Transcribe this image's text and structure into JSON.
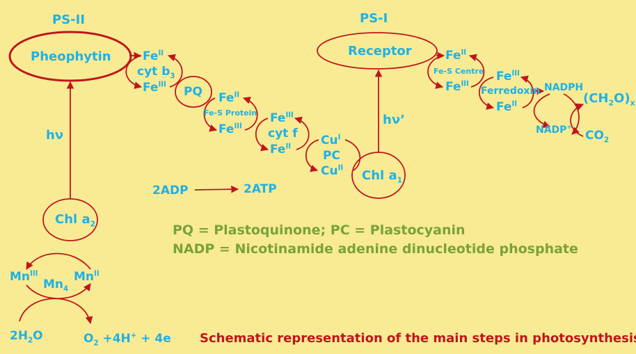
{
  "colors": {
    "background": "#f8eb94",
    "label": "#1fb1e6",
    "arrow": "#c0151b",
    "legend": "#7aa23a",
    "caption": "#c0151b"
  },
  "diagram": {
    "ps2_title": "PS-II",
    "ps1_title": "PS-I",
    "pheophytin": "Pheophytin",
    "receptor": "Receptor",
    "hv": "hν",
    "hv_prime": "hν’",
    "chl_a2": {
      "base": "Chl a",
      "sub": "2"
    },
    "chl_a1": {
      "base": "Chl a",
      "sub": "1"
    },
    "cyt_b3": {
      "top": {
        "base": "Fe",
        "sup": "II"
      },
      "name": {
        "base": "cyt b",
        "sub": "3"
      },
      "bottom": {
        "base": "Fe",
        "sup": "III"
      }
    },
    "pq": "PQ",
    "fes_protein": {
      "top": {
        "base": "Fe",
        "sup": "II"
      },
      "name": "Fe-S Protein",
      "bottom": {
        "base": "Fe",
        "sup": "III"
      }
    },
    "cyt_f": {
      "top": {
        "base": "Fe",
        "sup": "III"
      },
      "name": "cyt f",
      "bottom": {
        "base": "Fe",
        "sup": "II"
      }
    },
    "pc": {
      "top": {
        "base": "Cu",
        "sup": "I"
      },
      "name": "PC",
      "bottom": {
        "base": "Cu",
        "sup": "II"
      }
    },
    "fes_centre": {
      "top": {
        "base": "Fe",
        "sup": "II"
      },
      "name": "Fe-S Centre",
      "bottom": {
        "base": "Fe",
        "sup": "III"
      }
    },
    "ferredoxin": {
      "top": {
        "base": "Fe",
        "sup": "III"
      },
      "name": "Ferredoxin",
      "bottom": {
        "base": "Fe",
        "sup": "II"
      }
    },
    "nadph": "NADPH",
    "nadp_plus": {
      "base": "NADP",
      "sup": "+"
    },
    "ch2o": {
      "pre": "(CH",
      "sub": "2",
      "post": "O)",
      "sub2": "x"
    },
    "co2": {
      "base": "CO",
      "sub": "2"
    },
    "adp": "2ADP",
    "atp": "2ATP",
    "mn3": {
      "base": "Mn",
      "sup": "III"
    },
    "mn2": {
      "base": "Mn",
      "sup": "II"
    },
    "mn4": {
      "base": "Mn",
      "sub": "4"
    },
    "water": {
      "pre": "2H",
      "sub": "2",
      "post": "O"
    },
    "oxygen": {
      "pre": "O",
      "sub": "2",
      "mid": " +4H",
      "sup": "+",
      "post": " + 4e"
    }
  },
  "legend": {
    "line1": "PQ = Plastoquinone; PC = Plastocyanin",
    "line2": "NADP = Nicotinamide adenine dinucleotide phosphate"
  },
  "caption": "Schematic representation of the main steps in photosynthesis."
}
